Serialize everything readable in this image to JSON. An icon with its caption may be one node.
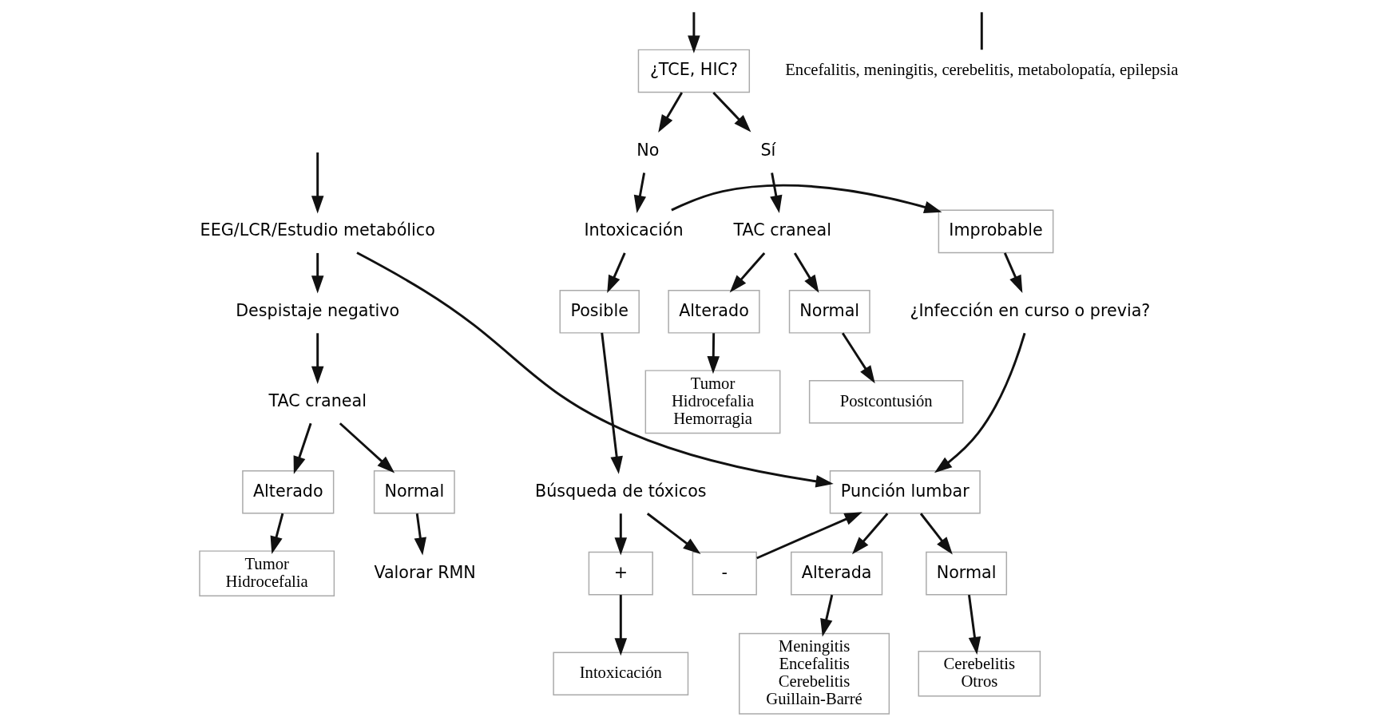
{
  "diagram": {
    "nodes": [
      {
        "text": [
          "¿TCE, HIC?"
        ]
      },
      {
        "text": [
          "Sí"
        ]
      },
      {
        "text": [
          "No"
        ]
      },
      {
        "text": [
          "TAC craneal"
        ]
      },
      {
        "text": [
          "Intoxicación"
        ]
      },
      {
        "text": [
          "Improbable"
        ]
      },
      {
        "text": [
          "Normal"
        ]
      },
      {
        "text": [
          "Alterado"
        ]
      },
      {
        "text": [
          "Posible"
        ]
      },
      {
        "text": [
          "¿Infección en curso o previa?"
        ]
      },
      {
        "text": [
          "Postcontusión"
        ]
      },
      {
        "text": [
          "Tumor Hidrocefalia Hemorragia"
        ]
      },
      {
        "text": [
          "Búsqueda de tóxicos"
        ]
      },
      {
        "text": [
          "Punción lumbar"
        ]
      },
      {
        "text": [
          "+"
        ]
      },
      {
        "text": [
          "-"
        ]
      },
      {
        "text": [
          "Alterada"
        ]
      },
      {
        "text": [
          "Normal"
        ]
      },
      {
        "text": [
          "Intoxicación"
        ]
      },
      {
        "text": [
          "Meningitis Encefalitis Cerebelitis Guillain-Barré"
        ]
      },
      {
        "text": [
          "Cerebelitis Otros"
        ]
      },
      {
        "text": [
          "Encefalitis, meningitis, cerebelitis, metabolopatía, epilepsia"
        ]
      },
      {
        "text": [
          "EEG/LCR/Estudio metabólico"
        ]
      },
      {
        "text": [
          "Despistaje negativo"
        ]
      },
      {
        "text": [
          "TAC craneal"
        ]
      },
      {
        "text": [
          "Normal"
        ]
      },
      {
        "text": [
          "Alterado"
        ]
      },
      {
        "text": [
          "Valorar RMN"
        ]
      },
      {
        "text": [
          "Tumor Hidrocefalia"
        ]
      }
    ],
    "edges": [
      {
        "from": null,
        "to": 0,
        "arrow": "to"
      },
      {
        "from": 0,
        "to": 1,
        "arrow": "to"
      },
      {
        "from": 0,
        "to": 2,
        "arrow": "to"
      },
      {
        "from": 1,
        "to": 3,
        "arrow": "to"
      },
      {
        "from": 2,
        "to": 4,
        "arrow": "to"
      },
      {
        "from": 4,
        "to": 5,
        "arrow": "to"
      },
      {
        "from": 3,
        "to": 6,
        "arrow": "to"
      },
      {
        "from": 3,
        "to": 7,
        "arrow": "to"
      },
      {
        "from": 4,
        "to": 8,
        "arrow": "to"
      },
      {
        "from": 5,
        "to": 9,
        "arrow": "to"
      },
      {
        "from": 6,
        "to": 10,
        "arrow": "to"
      },
      {
        "from": 7,
        "to": 11,
        "arrow": "to"
      },
      {
        "from": 8,
        "to": 12,
        "arrow": "to"
      },
      {
        "from": 9,
        "to": 13,
        "arrow": "to"
      },
      {
        "from": 12,
        "to": 14,
        "arrow": "to"
      },
      {
        "from": 12,
        "to": 15,
        "arrow": "to"
      },
      {
        "from": 15,
        "to": 13,
        "arrow": "to"
      },
      {
        "from": 13,
        "to": 16,
        "arrow": "to"
      },
      {
        "from": 13,
        "to": 17,
        "arrow": "to"
      },
      {
        "from": 14,
        "to": 18,
        "arrow": "to"
      },
      {
        "from": 16,
        "to": 19,
        "arrow": "to"
      },
      {
        "from": 17,
        "to": 20,
        "arrow": "to"
      },
      {
        "from": null,
        "to": 21,
        "arrow": "none"
      },
      {
        "from": null,
        "to": 22,
        "arrow": "to"
      },
      {
        "from": 22,
        "to": 13,
        "arrow": "to"
      },
      {
        "from": 22,
        "to": 23,
        "arrow": "to"
      },
      {
        "from": 23,
        "to": 24,
        "arrow": "to"
      },
      {
        "from": 24,
        "to": 25,
        "arrow": "to"
      },
      {
        "from": 24,
        "to": 26,
        "arrow": "to"
      },
      {
        "from": 25,
        "to": 27,
        "arrow": "to"
      },
      {
        "from": 26,
        "to": 28,
        "arrow": "to"
      }
    ]
  }
}
